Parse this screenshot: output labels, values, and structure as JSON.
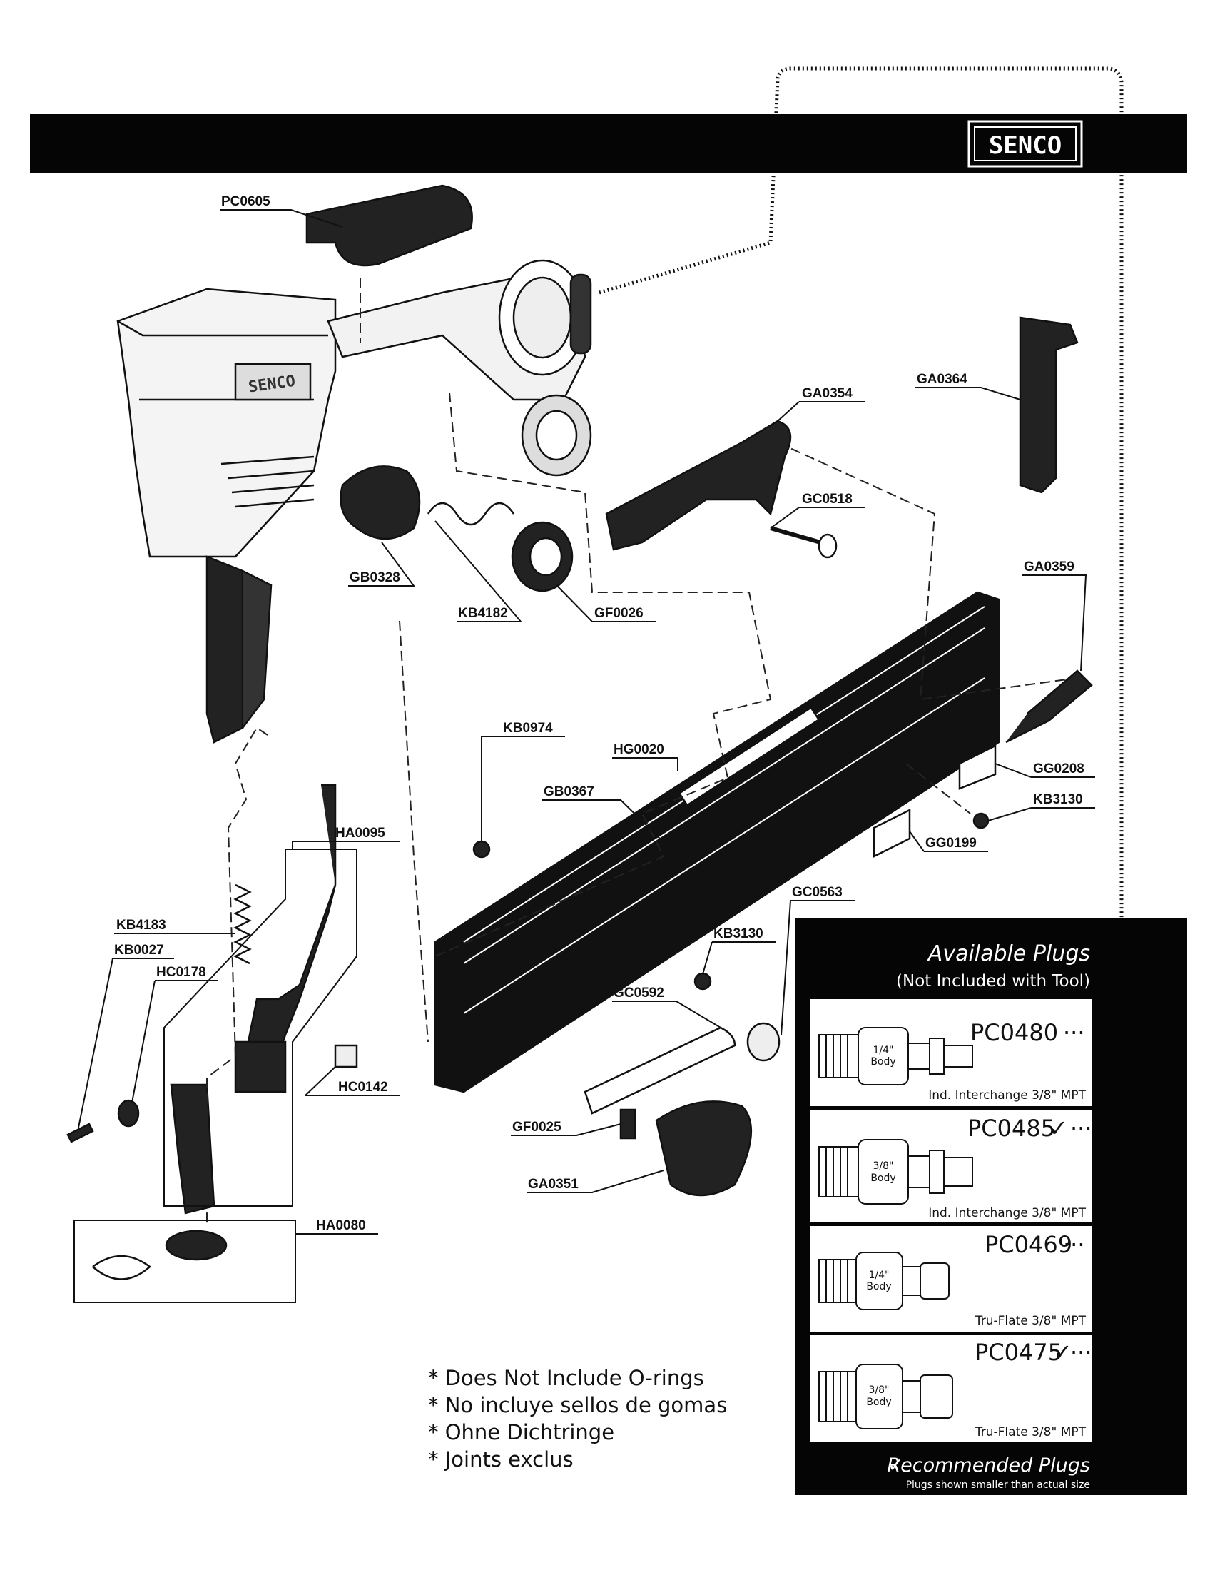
{
  "header": {
    "brand": "SENCO"
  },
  "parts": [
    {
      "id": "PC0605"
    },
    {
      "id": "GA0354"
    },
    {
      "id": "GA0364"
    },
    {
      "id": "GC0518"
    },
    {
      "id": "GB0328"
    },
    {
      "id": "KB4182"
    },
    {
      "id": "GF0026"
    },
    {
      "id": "GA0359"
    },
    {
      "id": "KB0974"
    },
    {
      "id": "HG0020"
    },
    {
      "id": "GB0367"
    },
    {
      "id": "GG0208"
    },
    {
      "id": "KB3130"
    },
    {
      "id": "GG0199"
    },
    {
      "id": "HA0095"
    },
    {
      "id": "GC0563"
    },
    {
      "id": "KB4183"
    },
    {
      "id": "KB3130"
    },
    {
      "id": "KB0027"
    },
    {
      "id": "HC0178"
    },
    {
      "id": "GC0592"
    },
    {
      "id": "HC0142"
    },
    {
      "id": "GF0025"
    },
    {
      "id": "GA0351"
    },
    {
      "id": "HA0080"
    }
  ],
  "plugs_panel": {
    "title": "Available Plugs",
    "subtitle": "(Not Included with Tool)",
    "plugs": [
      {
        "code": "PC0480",
        "check": "",
        "body": [
          "1/4\"",
          "Body"
        ],
        "desc": "Ind. Interchange 3/8\" MPT",
        "recommended": false
      },
      {
        "code": "PC0485",
        "check": "✓",
        "body": [
          "3/8\"",
          "Body"
        ],
        "desc": "Ind. Interchange 3/8\" MPT",
        "recommended": true
      },
      {
        "code": "PC0469",
        "check": "",
        "body": [
          "1/4\"",
          "Body"
        ],
        "desc": "Tru-Flate 3/8\" MPT",
        "recommended": false
      },
      {
        "code": "PC0475",
        "check": "✓",
        "body": [
          "3/8\"",
          "Body"
        ],
        "desc": "Tru-Flate 3/8\" MPT",
        "recommended": true
      }
    ],
    "recommended_label": "Recommended Plugs",
    "recommended_mark": "✓",
    "footnote": "Plugs shown smaller than actual size"
  },
  "notes": [
    "* Does Not Include O-rings",
    "* No incluye sellos de gomas",
    "* Ohne Dichtringe",
    "* Joints exclus"
  ]
}
